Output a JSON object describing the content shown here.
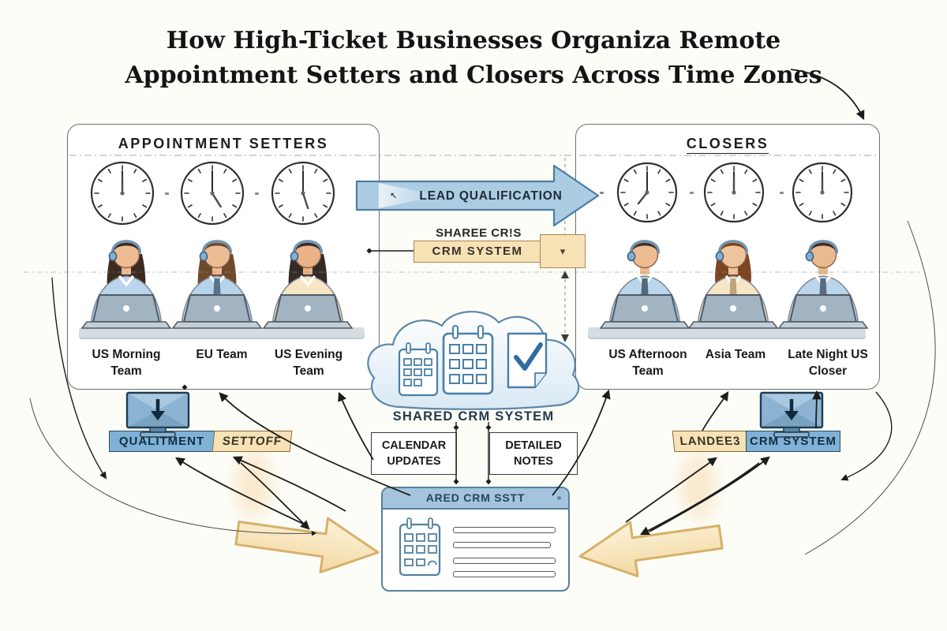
{
  "title": {
    "line1": "How High-Ticket Businesses Organiza Remote",
    "line2": "Appointment Setters and Closers Across Time Zones"
  },
  "left_panel": {
    "header": "APPOINTMENT SETTERS",
    "teams": [
      [
        "US Morning",
        "Team"
      ],
      [
        "EU Team",
        ""
      ],
      [
        "US Evening",
        "Team"
      ]
    ],
    "clocks": [
      {
        "hour": 0,
        "minute": 0
      },
      {
        "hour": 148,
        "minute": 0
      },
      {
        "hour": 162,
        "minute": 0
      }
    ],
    "members": [
      {
        "skin": "#eebc93",
        "hair": "#3d2b20",
        "shirt": "#bad5ec",
        "tie": "",
        "hairstyle": "long"
      },
      {
        "skin": "#eebc93",
        "hair": "#6e4a2c",
        "shirt": "#b7d3ea",
        "tie": "#56748f",
        "hairstyle": "long"
      },
      {
        "skin": "#e9b288",
        "hair": "#342a26",
        "shirt": "#f6e6c6",
        "tie": "",
        "hairstyle": "long"
      }
    ]
  },
  "right_panel": {
    "header": "CLOSERS",
    "teams": [
      [
        "US Afternoon",
        "Team"
      ],
      [
        "Asia Team",
        ""
      ],
      [
        "Late Night US",
        "Closer"
      ]
    ],
    "clocks": [
      {
        "hour": 218,
        "minute": 0
      },
      {
        "hour": 0,
        "minute": 0
      },
      {
        "hour": 0,
        "minute": 0
      }
    ],
    "members": [
      {
        "skin": "#eebc93",
        "hair": "#43302a",
        "shirt": "#bad5ec",
        "tie": "#54687c",
        "hairstyle": "short"
      },
      {
        "skin": "#eec49c",
        "hair": "#7c4420",
        "shirt": "#f6e6c6",
        "tie": "#c0a47e",
        "hairstyle": "medium"
      },
      {
        "skin": "#e9b98f",
        "hair": "#382b24",
        "shirt": "#bad5ec",
        "tie": "#5a6d80",
        "hairstyle": "short"
      }
    ]
  },
  "center": {
    "lead_arrow_label": "LEAD QUALIFICATION",
    "crm_caption": "SHAREE CR!S",
    "crm_box_label": "CRM SYSTEM",
    "port_glyph": "▾",
    "cloud_label": "SHARED CRM SYSTEM",
    "calendar_box": [
      "CALENDAR",
      "UPDATES"
    ],
    "notes_box": [
      "DETAILED",
      "NOTES"
    ],
    "window_title": "ARED CRM SSTT"
  },
  "left_flow": {
    "blue_label": "QUALITMENT",
    "tan_label": "SETTOFF"
  },
  "right_flow": {
    "tan_label": "LANDEE3",
    "blue_label": "CRM SYSTEM"
  },
  "colors": {
    "lead_arrow_fill": "#accce3",
    "lead_arrow_stroke": "#4c7da0",
    "blue_box": "#7fb2d6",
    "tan_box": "#f7e2b6",
    "cloud_stroke": "#5d87a7",
    "window_blue": "#a3c4dc",
    "ink": "#1c1c1c",
    "big_arrow_fill": "#f7e6c0",
    "big_arrow_stroke": "#d7b069"
  },
  "icons": [
    "clock-icon",
    "headset-icon",
    "laptop-icon",
    "monitor-download-icon",
    "calendar-icon",
    "notes-check-icon",
    "cloud-icon",
    "crm-window-icon"
  ]
}
